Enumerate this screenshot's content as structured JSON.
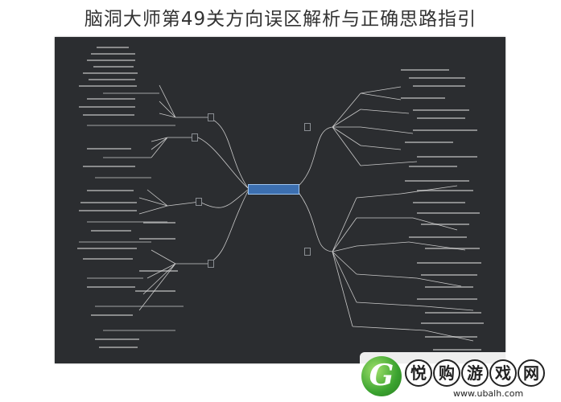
{
  "page": {
    "title": "脑洞大师第49关方向误区解析与正确思路指引"
  },
  "mindmap": {
    "central_topic": "",
    "background_color": "#2b2d30",
    "line_color": "#c9c9c9",
    "central_color": "#3c6fb0"
  },
  "watermark": {
    "logo_letter": "G",
    "brand_chars": [
      "悦",
      "购",
      "游",
      "戏",
      "网"
    ],
    "domain": "www.ubalh.com"
  }
}
